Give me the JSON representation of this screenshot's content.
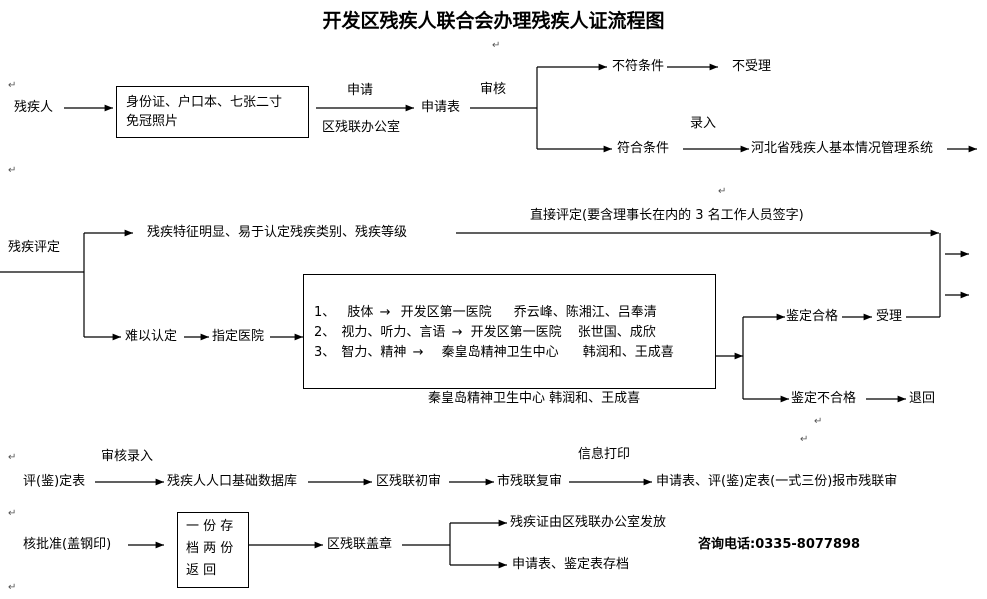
{
  "title": "开发区残疾人联合会办理残疾人证流程图",
  "row1": {
    "applicant": "残疾人",
    "documents": [
      "身份证、户口本、七张二寸",
      "免冠照片"
    ],
    "apply_label": "申请",
    "apply_office": "区残联办公室",
    "form": "申请表",
    "review": "审核",
    "not_qualified": "不符条件",
    "not_accepted": "不受理",
    "qualified": "符合条件",
    "enter": "录入",
    "system": "河北省残疾人基本情况管理系统"
  },
  "row2": {
    "assessment": "残疾评定",
    "obvious": "残疾特征明显、易于认定残疾类别、残疾等级",
    "direct": "直接评定(要含理事长在内的 3 名工作人员签字)",
    "hard": "难以认定",
    "hospital": "指定医院",
    "hospitals": [
      {
        "index": "1、",
        "category": "肢体",
        "hospital": "开发区第一医院",
        "doctors": "乔云峰、陈湘江、吕奉清"
      },
      {
        "index": "2、",
        "category": "视力、听力、言语",
        "hospital": "开发区第一医院",
        "doctors": "张世国、成欣"
      },
      {
        "index": "3、",
        "category": "智力、精神",
        "hospital": "秦皇岛精神卫生中心",
        "doctors": "韩润和、王成喜"
      }
    ],
    "below_box": "秦皇岛精神卫生中心     韩润和、王成喜",
    "pass": "鉴定合格",
    "accept": "受理",
    "fail": "鉴定不合格",
    "return": "退回"
  },
  "row3": {
    "review_enter": "审核录入",
    "print_info": "信息打印",
    "form": "评(鉴)定表",
    "database": "残疾人人口基础数据库",
    "district_first": "区残联初审",
    "city_second": "市残联复审",
    "report": "申请表、评(鉴)定表(一式三份)报市残联审"
  },
  "row4": {
    "approve": "核批准(盖钢印)",
    "archive": [
      "一 份 存",
      "档 两 份",
      "返 回"
    ],
    "seal": "区残联盖章",
    "issue": "残疾证由区残联办公室发放",
    "store": "申请表、鉴定表存档",
    "contact": "咨询电话:0335-8077898"
  },
  "mark": "↵"
}
